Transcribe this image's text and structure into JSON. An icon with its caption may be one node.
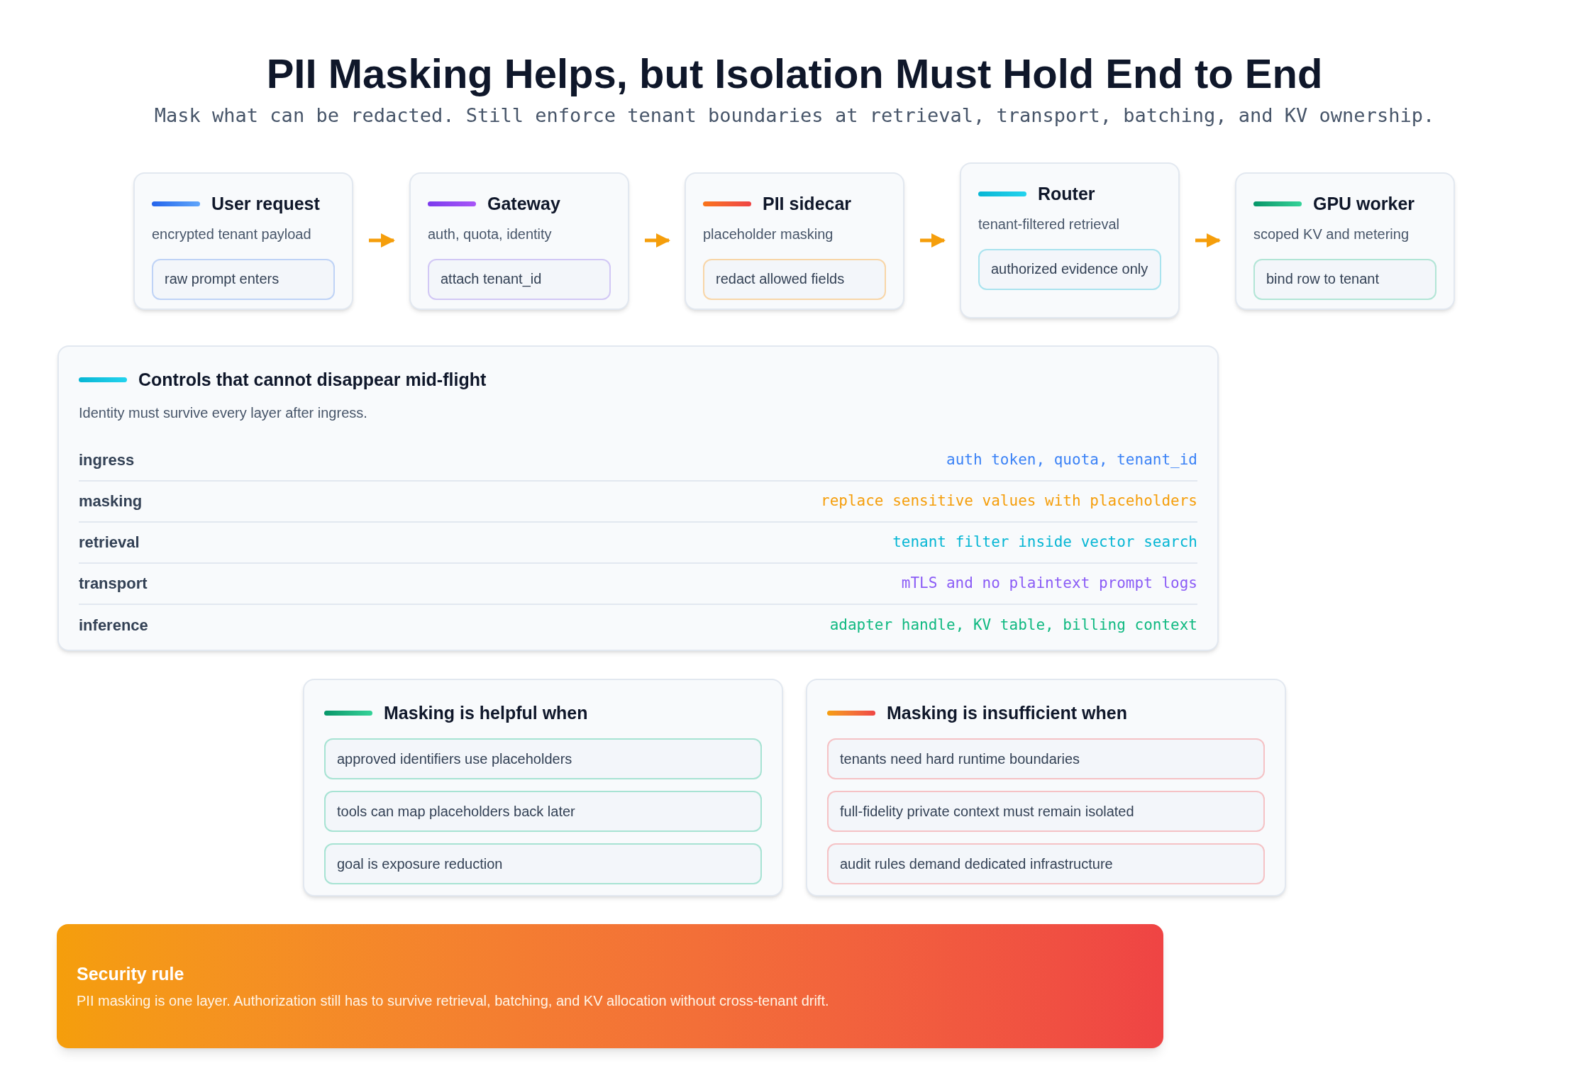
{
  "diagram": {
    "title": "PII Masking Helps, but Isolation Must Hold End to End",
    "caption": "Mask what can be redacted. Still enforce tenant boundaries at retrieval, transport, batching, and KV ownership.",
    "nodes": [
      {
        "text": [
          "User request",
          "encrypted tenant payload"
        ]
      },
      {
        "text": [
          "raw prompt enters"
        ],
        "in": 0
      },
      {
        "text": [
          "Gateway",
          "auth, quota, identity"
        ]
      },
      {
        "text": [
          "attach tenant_id"
        ],
        "in": 2
      },
      {
        "text": [
          "PII sidecar",
          "placeholder masking"
        ]
      },
      {
        "text": [
          "redact allowed fields"
        ],
        "in": 4
      },
      {
        "text": [
          "Router",
          "tenant-filtered retrieval"
        ]
      },
      {
        "text": [
          "authorized evidence only"
        ],
        "in": 6
      },
      {
        "text": [
          "GPU worker",
          "scoped KV and metering"
        ]
      },
      {
        "text": [
          "bind row to tenant"
        ],
        "in": 8
      },
      {
        "text": [
          "Controls that cannot disappear mid-flight",
          "Identity must survive every layer after ingress."
        ]
      },
      {
        "text": [
          "Masking is helpful when"
        ]
      },
      {
        "text": [
          "approved identifiers use placeholders"
        ],
        "in": 11
      },
      {
        "text": [
          "tools can map placeholders back later"
        ],
        "in": 11
      },
      {
        "text": [
          "goal is exposure reduction"
        ],
        "in": 11
      },
      {
        "text": [
          "Masking is insufficient when"
        ]
      },
      {
        "text": [
          "tenants need hard runtime boundaries"
        ],
        "in": 15
      },
      {
        "text": [
          "full-fidelity private context must remain isolated"
        ],
        "in": 15
      },
      {
        "text": [
          "audit rules demand dedicated infrastructure"
        ],
        "in": 15
      },
      {
        "text": [
          "Security rule",
          "PII masking is one layer. Authorization still has to survive retrieval, batching, and KV allocation without cross-tenant drift."
        ]
      }
    ],
    "edges": [
      {
        "from": 0,
        "to": 2,
        "arrow": "to"
      },
      {
        "from": 2,
        "to": 4,
        "arrow": "to"
      },
      {
        "from": 4,
        "to": 6,
        "arrow": "to"
      },
      {
        "from": 6,
        "to": 8,
        "arrow": "to"
      }
    ],
    "labels": [
      "ingress",
      "auth token, quota, tenant_id",
      "masking",
      "replace sensitive values with placeholders",
      "retrieval",
      "tenant filter inside vector search",
      "transport",
      "mTLS and no plaintext prompt logs",
      "inference",
      "adapter handle, KV table, billing context"
    ]
  }
}
